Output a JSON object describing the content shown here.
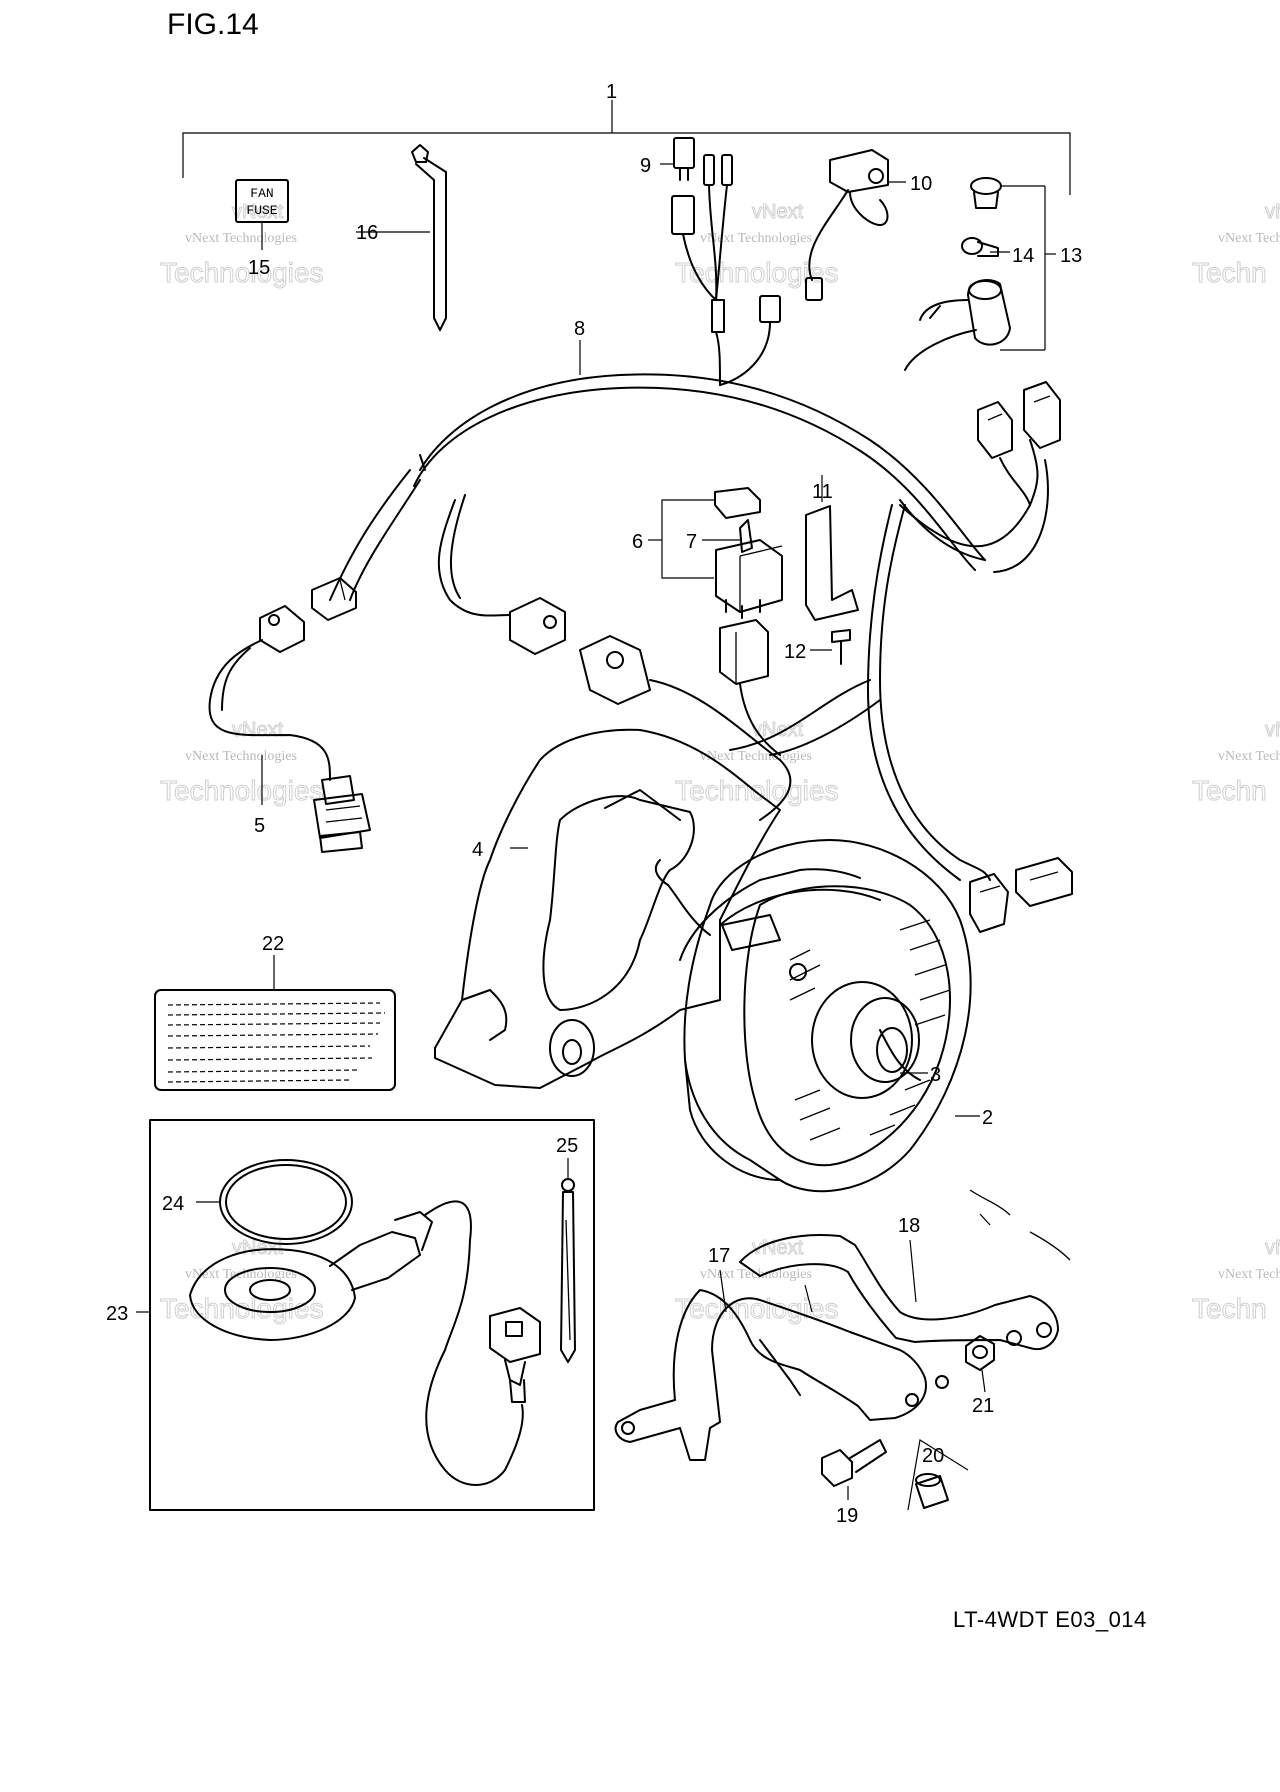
{
  "figure": {
    "title": "FIG.14",
    "code": "LT-4WDT E03_014"
  },
  "label_text": {
    "fuse_line1": "FAN",
    "fuse_line2": "FUSE"
  },
  "watermark": {
    "line1": "vNext Technologies",
    "line2": "Technologies",
    "line3": "vNext",
    "edge1": "vNext Technolo",
    "edge2": "Techn",
    "edge3": "vN"
  },
  "callouts": [
    "1",
    "2",
    "3",
    "4",
    "5",
    "6",
    "7",
    "8",
    "9",
    "10",
    "11",
    "12",
    "13",
    "14",
    "15",
    "16",
    "17",
    "18",
    "19",
    "20",
    "21",
    "22",
    "23",
    "24",
    "25"
  ]
}
